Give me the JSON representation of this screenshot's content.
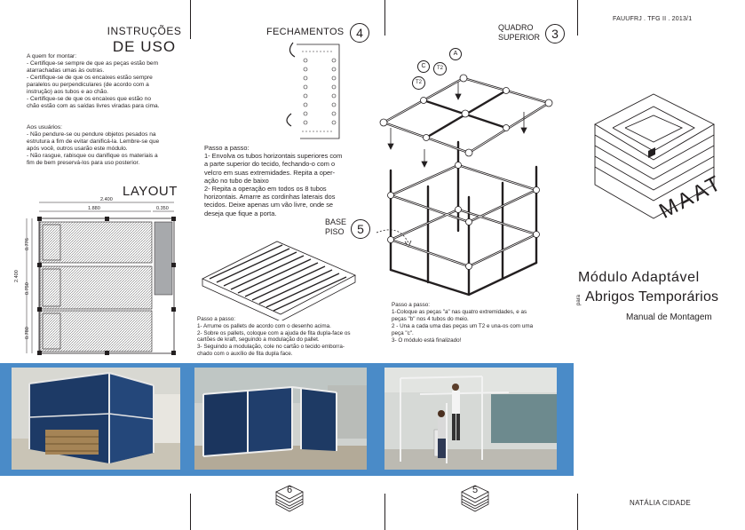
{
  "header": {
    "course": "FAUUFRJ . TFG II . 2013/1"
  },
  "instructions": {
    "title_top": "INSTRUÇÕES",
    "title_bottom": "DE USO",
    "body_1": "A quem for montar:\n- Certifique-se sempre de que as peças estão bem\natarrachadas umas às outras.\n- Certifique-se de que os encaixes estão sempre\nparalelos ou perpendiculares (de acordo com a\ninstrução) aos tubos e ao chão.\n- Certifique-se de que os encaixes que estão no\nchão estão com as saídas livres viradas para cima.",
    "body_2": "Aos usuários:\n- Não pendure-se ou pendure objetos pesados na\nestrutura a fim de evitar danificá-la. Lembre-se que\napós você, outros usarão este módulo.\n- Não rasgue, rabisque ou danifique os materiais a\nfim de bem preservá-los para uso posterior."
  },
  "layout": {
    "title": "LAYOUT",
    "dim_total_w": "2.400",
    "dim_left_w": "1.880",
    "dim_right_w": "0.350",
    "dim_total_h": "2.400",
    "dim_row_1": "0.776",
    "dim_row_2": "0.750",
    "dim_row_3": "0.780"
  },
  "fechamentos": {
    "title": "FECHAMENTOS",
    "number": "4",
    "steps": "Passo a passo:\n1- Envolva os tubos horizontais superiores com\na parte superior do tecido, fechando-o com o\nvelcro em suas extremidades. Repita a oper-\nação no tubo de baixo\n2- Repita a operação em todos os 8 tubos\nhorizontais. Amarre as cordinhas laterais dos\ntecidos. Deixe apenas um vão livre, onde se\ndeseja que fique a porta."
  },
  "base": {
    "title_1": "BASE",
    "title_2": "PISO",
    "number": "5",
    "steps": "Passo a passo:\n1- Arrume os pallets de acordo com o desenho acima.\n2- Sobre os pallets, coloque com a ajuda de fita dupla-face os\ncartões de kraft, seguindo a modulação do pallet.\n3- Seguindo a modulação, cole no cartão o tecido emborra-\nchado com o auxílio de fita dupla face."
  },
  "quadro": {
    "title_1": "QUADRO",
    "title_2": "SUPERIOR",
    "number": "3",
    "label_a": "A",
    "label_c": "C",
    "label_t2a": "T2",
    "label_t2b": "T2",
    "steps": "Passo a passo:\n1-Coloque as peças \"a\" nas quatro extremidades, e as\npeças \"b\" nos 4 tubos do meio.\n2 - Una a cada uma das peças um T2 e una-os com uma\npeça \"c\".\n3- O módulo está finalizado!"
  },
  "cover": {
    "logo": "MAAT",
    "title_1": "Módulo Adaptável",
    "para": "para",
    "title_2": "Abrigos Temporários",
    "subtitle": "Manual de Montagem",
    "author": "NATÁLIA CIDADE"
  },
  "pages": {
    "left": "6",
    "right": "5"
  },
  "colors": {
    "band": "#4a8bc8",
    "ink": "#231f20",
    "grey": "#a7a9ac"
  }
}
